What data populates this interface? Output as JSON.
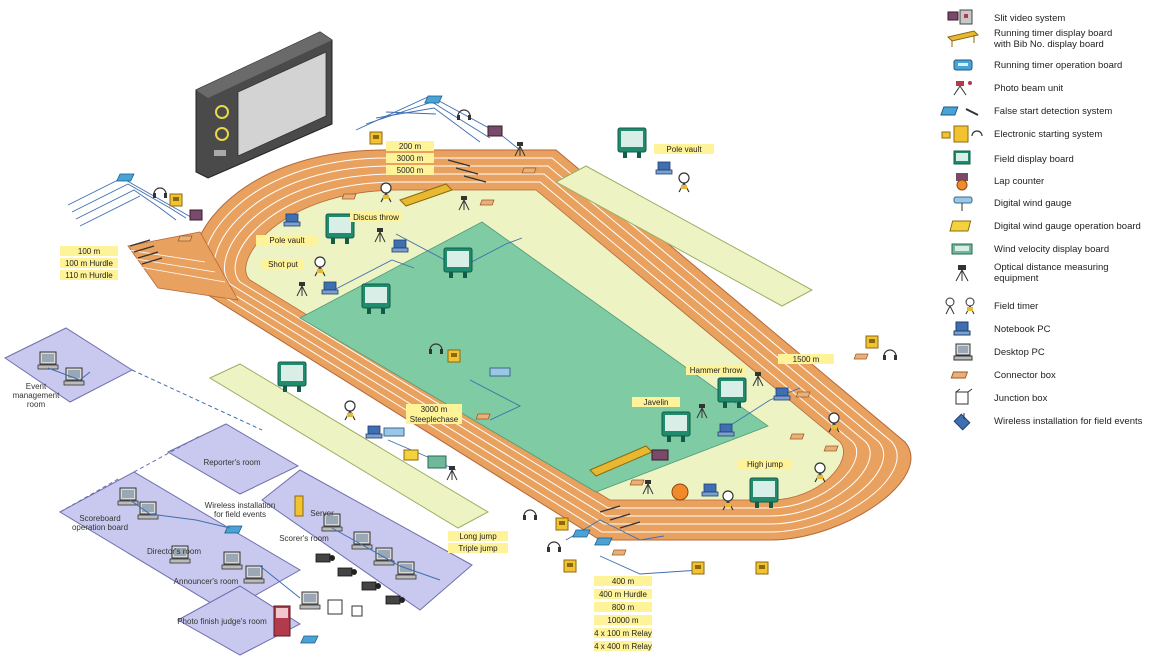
{
  "legend": [
    {
      "icon": "slit-video-icon",
      "text": "Slit video system"
    },
    {
      "icon": "running-timer-display-icon",
      "text": "Running timer display board",
      "text2": "with Bib No. display board"
    },
    {
      "icon": "running-timer-operation-icon",
      "text": "Running timer operation board"
    },
    {
      "icon": "photo-beam-icon",
      "text": "Photo beam unit"
    },
    {
      "icon": "false-start-icon",
      "text": "False start detection system"
    },
    {
      "icon": "electronic-starting-icon",
      "text": "Electronic starting system"
    },
    {
      "icon": "field-display-icon",
      "text": "Field display board"
    },
    {
      "icon": "lap-counter-icon",
      "text": "Lap counter"
    },
    {
      "icon": "wind-gauge-icon",
      "text": "Digital wind gauge"
    },
    {
      "icon": "wind-gauge-operation-icon",
      "text": "Digital wind gauge operation board"
    },
    {
      "icon": "wind-velocity-display-icon",
      "text": "Wind velocity display board"
    },
    {
      "icon": "optical-distance-icon",
      "text": "Optical distance measuring",
      "text2": "equipment"
    },
    {
      "icon": "field-timer-icon",
      "text": "Field timer"
    },
    {
      "icon": "notebook-pc-icon",
      "text": "Notebook PC"
    },
    {
      "icon": "desktop-pc-icon",
      "text": "Desktop PC"
    },
    {
      "icon": "connector-box-icon",
      "text": "Connector box"
    },
    {
      "icon": "junction-box-icon",
      "text": "Junction box"
    },
    {
      "icon": "wireless-installation-icon",
      "text": "Wireless installation for field events"
    }
  ],
  "labels": {
    "sprint": [
      "100 m",
      "100 m Hurdle",
      "110 m Hurdle"
    ],
    "distance": [
      "200 m",
      "3000 m",
      "5000 m"
    ],
    "relay": [
      "400 m",
      "400 m Hurdle",
      "800 m",
      "10000 m",
      "4 x 100 m Relay",
      "4 x 400 m Relay"
    ],
    "pole_vault_north": "Pole vault",
    "pole_vault_west": "Pole vault",
    "discus": "Discus throw",
    "shot_put": "Shot put",
    "steeple_1": "3000 m",
    "steeple_2": "Steeplechase",
    "javelin": "Javelin",
    "hammer": "Hammer throw",
    "m1500": "1500 m",
    "high_jump": "High jump",
    "long_jump": "Long jump",
    "triple_jump": "Triple jump"
  },
  "rooms": {
    "event_1": "Event",
    "event_2": "management",
    "event_3": "room",
    "reporter": "Reporter's room",
    "wireless_1": "Wireless installation",
    "wireless_2": "for field events",
    "scoreboard_1": "Scoreboard",
    "scoreboard_2": "operation board",
    "director": "Director's room",
    "announcer": "Announcer's room",
    "photo_finish": "Photo finish judge's room",
    "server": "Server",
    "scorer": "Scorer's room"
  },
  "colors": {
    "track": "#e9a15f",
    "lane_line": "#ffffff",
    "infield": "#eef3c4",
    "field": "#7fcba3",
    "label_bg": "#fff39a",
    "room": "#c9c9ef",
    "cable": "#3f6fb0"
  }
}
